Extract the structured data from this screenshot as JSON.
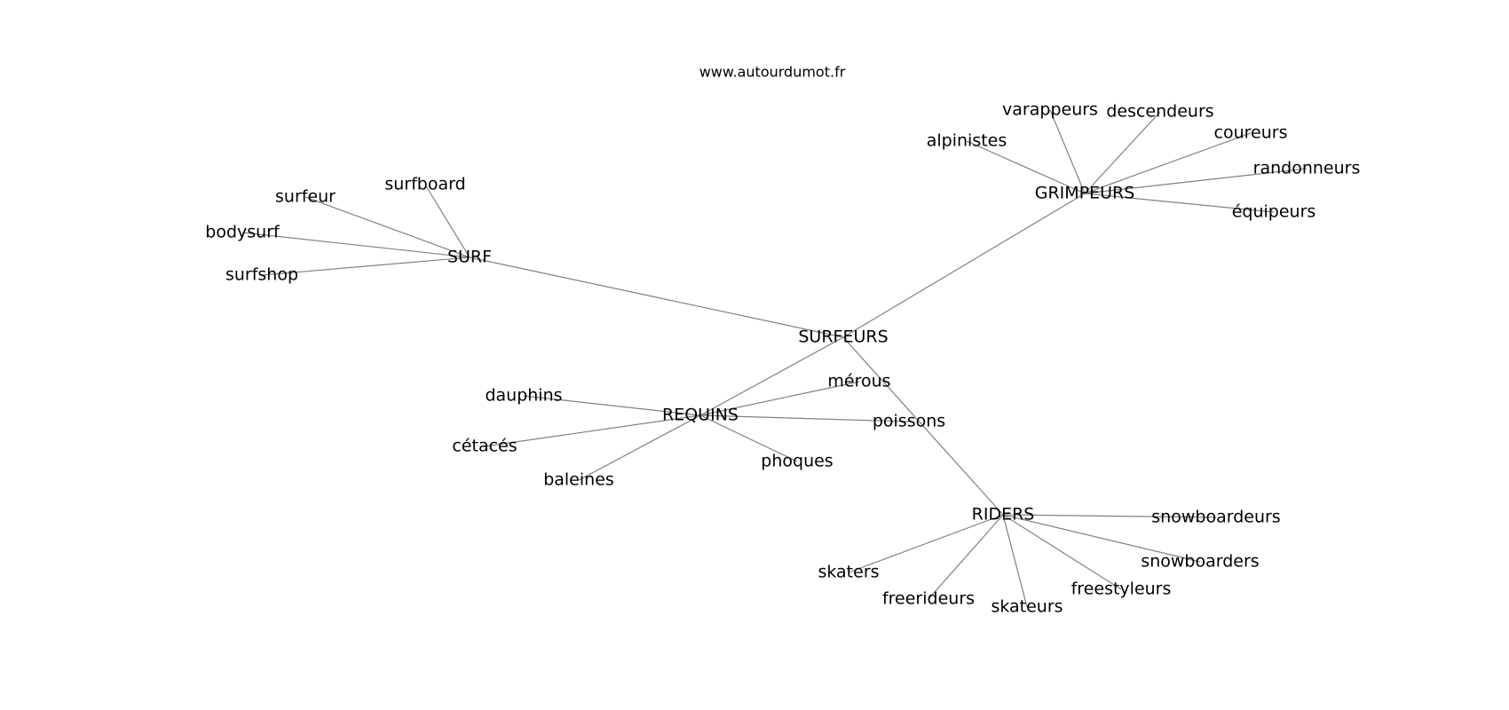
{
  "header": {
    "site_url": "www.autourdumot.fr"
  },
  "graph": {
    "root": "SURFEURS",
    "edge_color": "#808080",
    "label_color": "#000000",
    "nodes": [
      {
        "id": "surfeurs",
        "label": "SURFEURS"
      },
      {
        "id": "surf",
        "label": "SURF"
      },
      {
        "id": "grimpeurs",
        "label": "GRIMPEURS"
      },
      {
        "id": "requins",
        "label": "REQUINS"
      },
      {
        "id": "riders",
        "label": "RIDERS"
      },
      {
        "id": "merous",
        "label": "mérous"
      },
      {
        "id": "poissons",
        "label": "poissons"
      },
      {
        "id": "surfboard",
        "label": "surfboard"
      },
      {
        "id": "surfeur",
        "label": "surfeur"
      },
      {
        "id": "bodysurf",
        "label": "bodysurf"
      },
      {
        "id": "surfshop",
        "label": "surfshop"
      },
      {
        "id": "varappeurs",
        "label": "varappeurs"
      },
      {
        "id": "descendeurs",
        "label": "descendeurs"
      },
      {
        "id": "alpinistes",
        "label": "alpinistes"
      },
      {
        "id": "coureurs",
        "label": "coureurs"
      },
      {
        "id": "randonneurs",
        "label": "randonneurs"
      },
      {
        "id": "equipeurs",
        "label": "équipeurs"
      },
      {
        "id": "dauphins",
        "label": "dauphins"
      },
      {
        "id": "cetaces",
        "label": "cétacés"
      },
      {
        "id": "baleines",
        "label": "baleines"
      },
      {
        "id": "phoques",
        "label": "phoques"
      },
      {
        "id": "snowboardeurs",
        "label": "snowboardeurs"
      },
      {
        "id": "snowboarders",
        "label": "snowboarders"
      },
      {
        "id": "freestyleurs",
        "label": "freestyleurs"
      },
      {
        "id": "skaters",
        "label": "skaters"
      },
      {
        "id": "freerideurs",
        "label": "freerideurs"
      },
      {
        "id": "skateurs",
        "label": "skateurs"
      }
    ],
    "edges": [
      [
        "surfeurs",
        "surf"
      ],
      [
        "surfeurs",
        "grimpeurs"
      ],
      [
        "surfeurs",
        "requins"
      ],
      [
        "surfeurs",
        "riders"
      ],
      [
        "surf",
        "surfboard"
      ],
      [
        "surf",
        "surfeur"
      ],
      [
        "surf",
        "bodysurf"
      ],
      [
        "surf",
        "surfshop"
      ],
      [
        "grimpeurs",
        "varappeurs"
      ],
      [
        "grimpeurs",
        "descendeurs"
      ],
      [
        "grimpeurs",
        "alpinistes"
      ],
      [
        "grimpeurs",
        "coureurs"
      ],
      [
        "grimpeurs",
        "randonneurs"
      ],
      [
        "grimpeurs",
        "equipeurs"
      ],
      [
        "requins",
        "dauphins"
      ],
      [
        "requins",
        "cetaces"
      ],
      [
        "requins",
        "baleines"
      ],
      [
        "requins",
        "phoques"
      ],
      [
        "requins",
        "merous"
      ],
      [
        "requins",
        "poissons"
      ],
      [
        "riders",
        "snowboardeurs"
      ],
      [
        "riders",
        "snowboarders"
      ],
      [
        "riders",
        "freestyleurs"
      ],
      [
        "riders",
        "skaters"
      ],
      [
        "riders",
        "freerideurs"
      ],
      [
        "riders",
        "skateurs"
      ]
    ]
  }
}
